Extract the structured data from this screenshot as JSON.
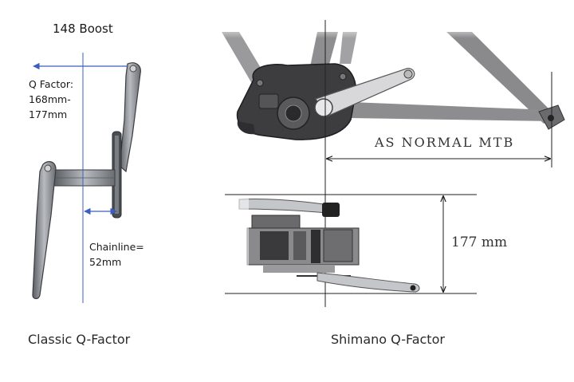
{
  "left_panel": {
    "title": "148 Boost",
    "q_factor_label_line1": "Q Factor:",
    "q_factor_label_line2": "168mm-",
    "q_factor_label_line3": "177mm",
    "chainline_label_line1": "Chainline=",
    "chainline_label_line2": "52mm",
    "caption": "Classic Q-Factor"
  },
  "right_panel": {
    "frame_label": "AS NORMAL MTB",
    "dimension_label": "177 mm",
    "caption": "Shimano Q-Factor"
  },
  "colors": {
    "arrow_blue": "#3b5fc0",
    "crank_gray": "#8c8f93",
    "crank_dark": "#4a4d52",
    "frame_gray": "#8a8a8a",
    "motor_dark": "#3d3d3f",
    "line_black": "#222222"
  }
}
